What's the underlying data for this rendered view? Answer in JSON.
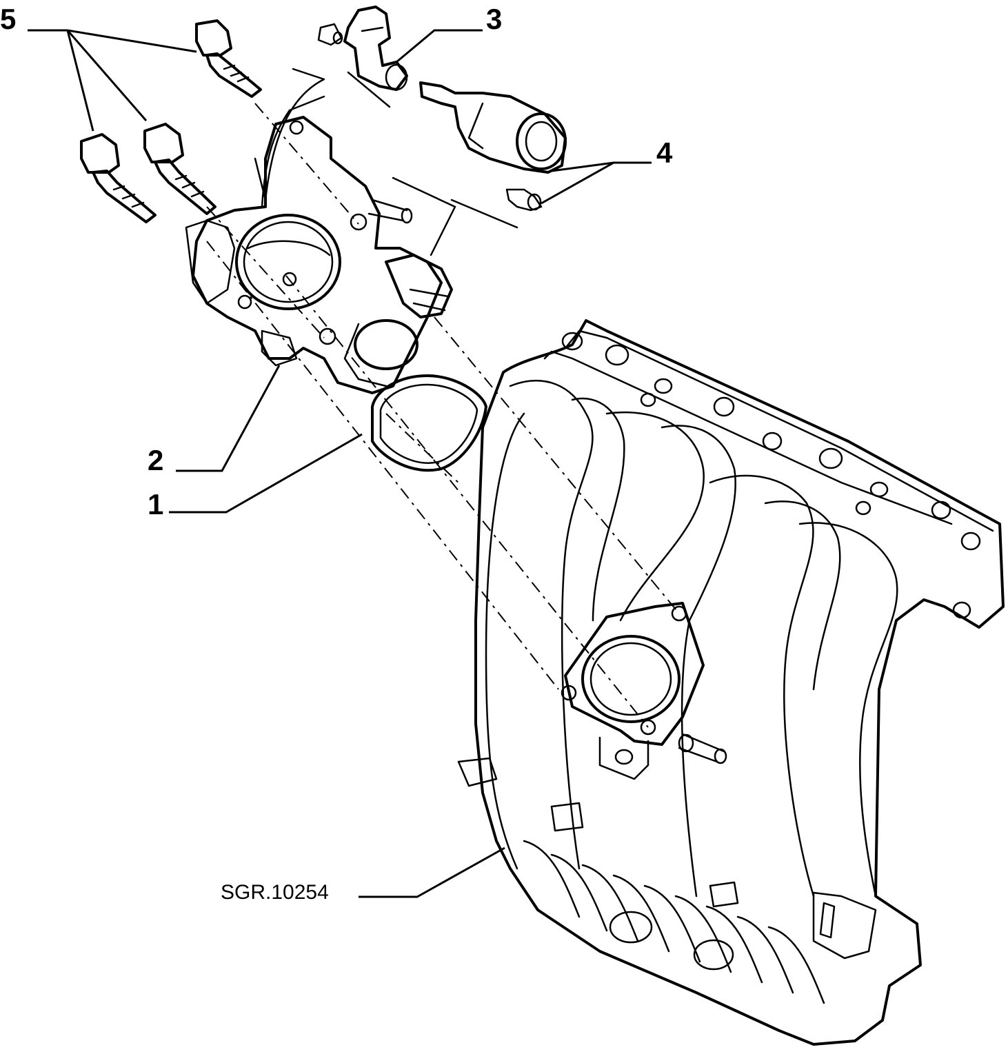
{
  "callouts": {
    "c1": "1",
    "c2": "2",
    "c3": "3",
    "c4": "4",
    "c5": "5"
  },
  "reference_code": "SGR.10254"
}
